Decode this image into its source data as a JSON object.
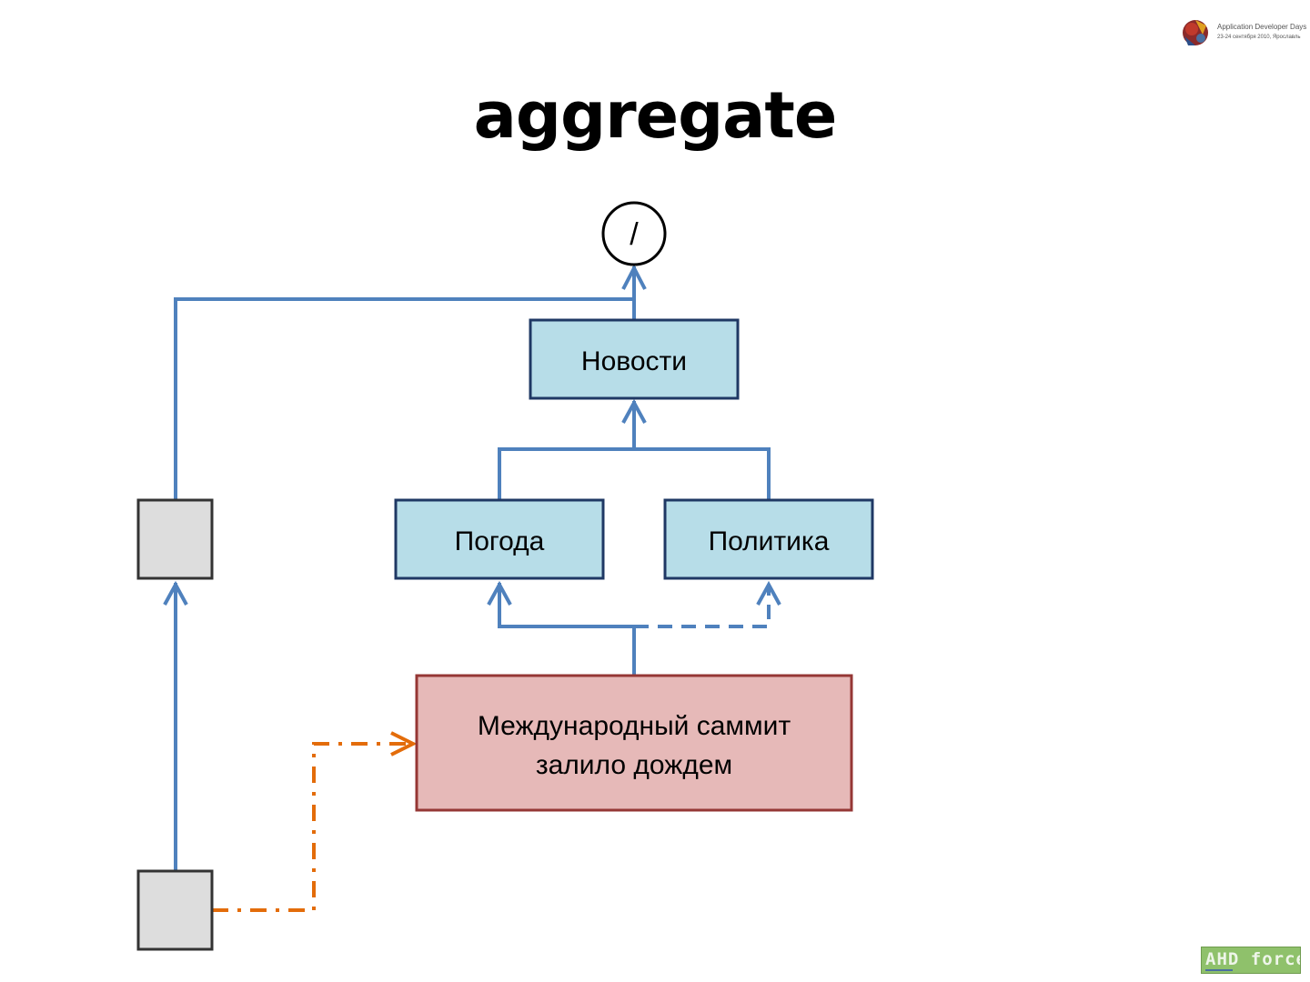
{
  "slide": {
    "title": "aggregate"
  },
  "logo_top": {
    "line1": "Application Developer Days",
    "line2": "23-24 сентября 2010, Ярославль"
  },
  "logo_bottom": {
    "text": "AHD force"
  },
  "diagram": {
    "root_label": "/",
    "nodes": {
      "news": "Новости",
      "weather": "Погода",
      "politics": "Политика",
      "article_line1": "Международный саммит",
      "article_line2": "залило дождем"
    },
    "colors": {
      "blue_line": "#4f81bd",
      "orange_line": "#e36c0a",
      "category_fill": "#b7dde8",
      "category_border": "#1f3864",
      "article_fill": "#e6b9b8",
      "article_border": "#953735",
      "gray_fill": "#dddddd",
      "gray_border": "#333333"
    }
  }
}
